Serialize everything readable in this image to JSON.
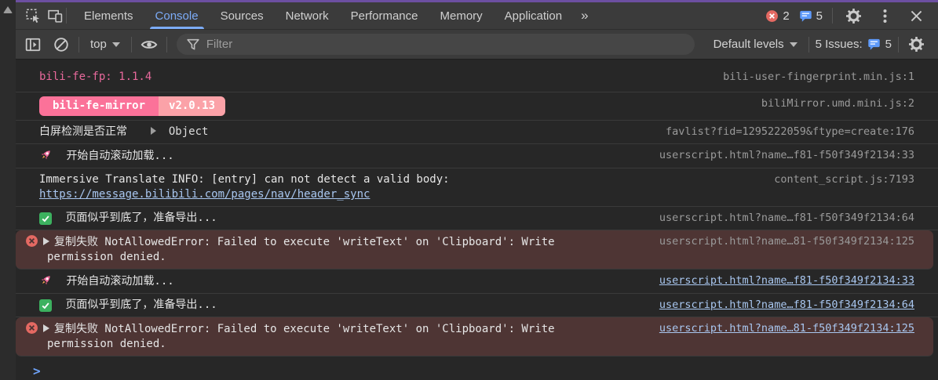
{
  "devtools": {
    "tabs": [
      "Elements",
      "Console",
      "Sources",
      "Network",
      "Performance",
      "Memory",
      "Application"
    ],
    "active_tab": "Console",
    "overflow_chevrons": "»",
    "error_count": "2",
    "error_issue_count": "5",
    "context_selector": "top",
    "filter_placeholder": "Filter",
    "levels_dropdown": "Default levels",
    "issues_label": "5 Issues:",
    "issues_count": "5",
    "prompt": ">"
  },
  "console": {
    "messages": [
      {
        "text": "bili-fe-fp: 1.1.4",
        "source": "bili-user-fingerprint.min.js:1"
      },
      {
        "badge_name": "bili-fe-mirror",
        "badge_version": "v2.0.13",
        "source": "biliMirror.umd.mini.js:2"
      },
      {
        "text": "白屏检测是否正常",
        "object_label": "Object",
        "source": "favlist?fid=1295222059&ftype=create:176"
      },
      {
        "icon": "rocket",
        "text": "开始自动滚动加载...",
        "source": "userscript.html?name…f81-f50f349f2134:33"
      },
      {
        "text": "Immersive Translate INFO: [entry] can not detect a valid body:",
        "link": "https://message.bilibili.com/pages/nav/header_sync",
        "source": "content_script.js:7193"
      },
      {
        "icon": "check",
        "text": "页面似乎到底了，准备导出...",
        "source": "userscript.html?name…f81-f50f349f2134:64"
      },
      {
        "icon": "error",
        "text": "复制失败 NotAllowedError: Failed to execute 'writeText' on 'Clipboard': Write",
        "text2": "permission denied.",
        "source": "userscript.html?name…81-f50f349f2134:125"
      },
      {
        "icon": "rocket",
        "text": "开始自动滚动加载...",
        "source": "userscript.html?name…f81-f50f349f2134:33"
      },
      {
        "icon": "check",
        "text": "页面似乎到底了，准备导出...",
        "source": "userscript.html?name…f81-f50f349f2134:64"
      },
      {
        "icon": "error",
        "text": "复制失败 NotAllowedError: Failed to execute 'writeText' on 'Clipboard': Write",
        "text2": "permission denied.",
        "source": "userscript.html?name…81-f50f349f2134:125"
      }
    ]
  },
  "colors": {
    "accent_blue": "#7cacf8",
    "link_blue": "#a9c7f0",
    "brand_pink": "#fb7299",
    "badge_salmon": "#fba2a8",
    "error_bg": "#4e3534",
    "error_icon": "#e46962",
    "success_green": "#3cb15f",
    "toolbar_bg": "#3b3b3b",
    "console_bg": "#272727",
    "top_stripe_purple": "#6c4fa1"
  }
}
